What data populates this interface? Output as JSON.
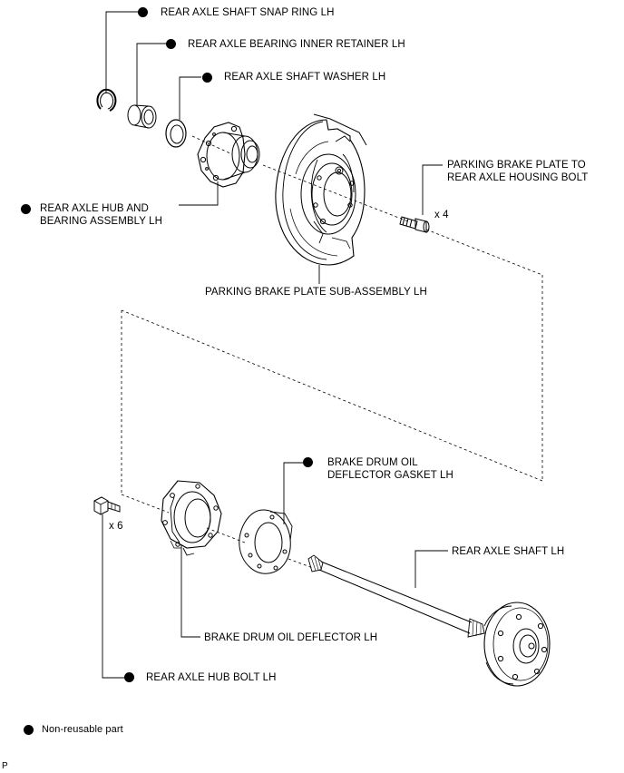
{
  "labels": {
    "snap_ring": "REAR AXLE SHAFT SNAP RING LH",
    "inner_retainer": "REAR AXLE BEARING INNER RETAINER LH",
    "washer": "REAR AXLE SHAFT WASHER LH",
    "hub_bearing_line1": "REAR AXLE HUB AND",
    "hub_bearing_line2": "BEARING ASSEMBLY LH",
    "pb_bolt_line1": "PARKING BRAKE PLATE TO",
    "pb_bolt_line2": "REAR AXLE HOUSING BOLT",
    "pb_bolt_qty": "x 4",
    "pb_plate": "PARKING BRAKE PLATE SUB-ASSEMBLY LH",
    "gasket_line1": "BRAKE DRUM OIL",
    "gasket_line2": "DEFLECTOR GASKET LH",
    "axle_shaft": "REAR AXLE SHAFT LH",
    "hub_bolt_qty": "x 6",
    "deflector": "BRAKE DRUM OIL DEFLECTOR LH",
    "hub_bolt": "REAR AXLE HUB BOLT LH"
  },
  "legend": {
    "non_reusable": "Non-reusable part"
  },
  "corner_mark": "P",
  "colors": {
    "ink": "#000000",
    "background": "#ffffff"
  }
}
